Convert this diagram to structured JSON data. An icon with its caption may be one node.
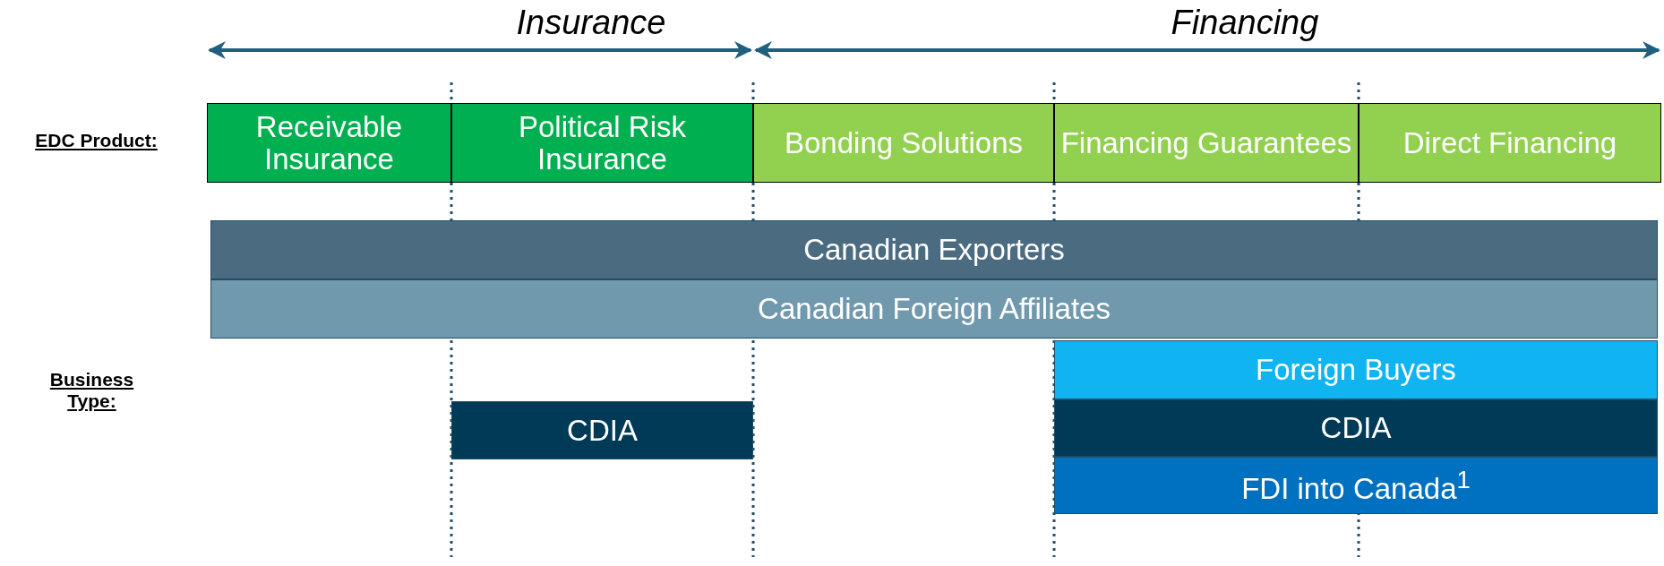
{
  "diagram": {
    "nodes": [
      {
        "text": [
          "Receivable Insurance"
        ]
      },
      {
        "text": [
          "Political Risk Insurance"
        ]
      },
      {
        "text": [
          "Bonding Solutions"
        ]
      },
      {
        "text": [
          "Financing Guarantees"
        ]
      },
      {
        "text": [
          "Direct Financing"
        ]
      },
      {
        "text": [
          "Canadian Exporters"
        ]
      },
      {
        "text": [
          "Canadian Foreign Affiliates"
        ]
      },
      {
        "text": [
          "Foreign Buyers"
        ]
      },
      {
        "text": [
          "CDIA"
        ]
      },
      {
        "text": [
          "CDIA"
        ]
      },
      {
        "text": [
          "FDI into Canada$^{1}$"
        ]
      }
    ],
    "edges": [],
    "labels": [
      "Insurance",
      "Financing",
      "EDC Product:",
      "Business Type:"
    ]
  }
}
